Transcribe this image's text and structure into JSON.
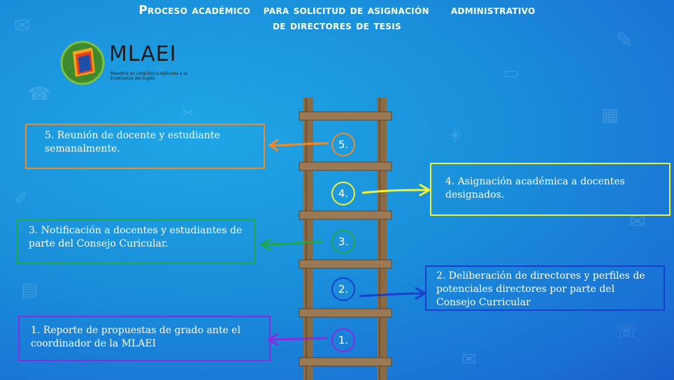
{
  "title": {
    "line1": "Proceso académico   para solicitud de asignación     administrativo",
    "line2": "de directores de tesis"
  },
  "logo": {
    "name": "MLAEI",
    "subtitle": "Maestría en Lingüística Aplicada a la Enseñanza del Inglés"
  },
  "steps": [
    {
      "number": "1.",
      "text": "1. Reporte de propuestas de grado ante el coordinador de la MLAEI",
      "color": "#8a2be2"
    },
    {
      "number": "2.",
      "text": "2. Deliberación de directores y perfiles de potenciales directores por parte del Consejo Curricular",
      "color": "#1a3fd0"
    },
    {
      "number": "3.",
      "text": "3. Notificación a docentes y estudiantes de parte del Consejo Curicular.",
      "color": "#1fa843"
    },
    {
      "number": "4.",
      "text": "4. Asignación académica a docentes designados.",
      "color": "#f2f233"
    },
    {
      "number": "5.",
      "text": "5. Reunión de docente y estudiante semanalmente.",
      "color": "#f08a24"
    }
  ]
}
